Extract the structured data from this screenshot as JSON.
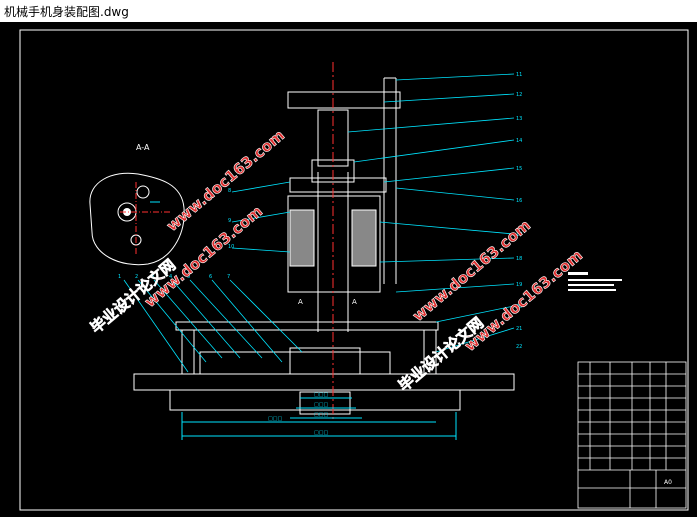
{
  "window": {
    "title": "机械手机身装配图.dwg"
  },
  "drawing": {
    "section_label": "A-A",
    "cut_marks": [
      "A",
      "A"
    ],
    "dimensions": [
      "□□□",
      "□□□",
      "□□□",
      "□□□",
      "□□□"
    ],
    "part_numbers": [
      "1",
      "2",
      "3",
      "4",
      "5",
      "6",
      "7",
      "8",
      "9",
      "10",
      "11",
      "12",
      "13",
      "14",
      "15",
      "16",
      "17",
      "18",
      "19",
      "20",
      "21",
      "22"
    ],
    "watermarks": {
      "site_1": "www.doc163.com",
      "site_2": "www.doc163.com",
      "cn_1": "毕业设计论文网",
      "cn_2": "毕业设计论文网",
      "url_1": "www.doc163.com",
      "url_2": "www.doc163.com"
    },
    "title_block": {
      "sheet": "A0"
    }
  },
  "colors": {
    "frame": "#ffffff",
    "part": "#ffffff",
    "center": "#ff3030",
    "leader": "#00e5ff",
    "dim": "#00e5ff",
    "watermark": "#e03030"
  }
}
